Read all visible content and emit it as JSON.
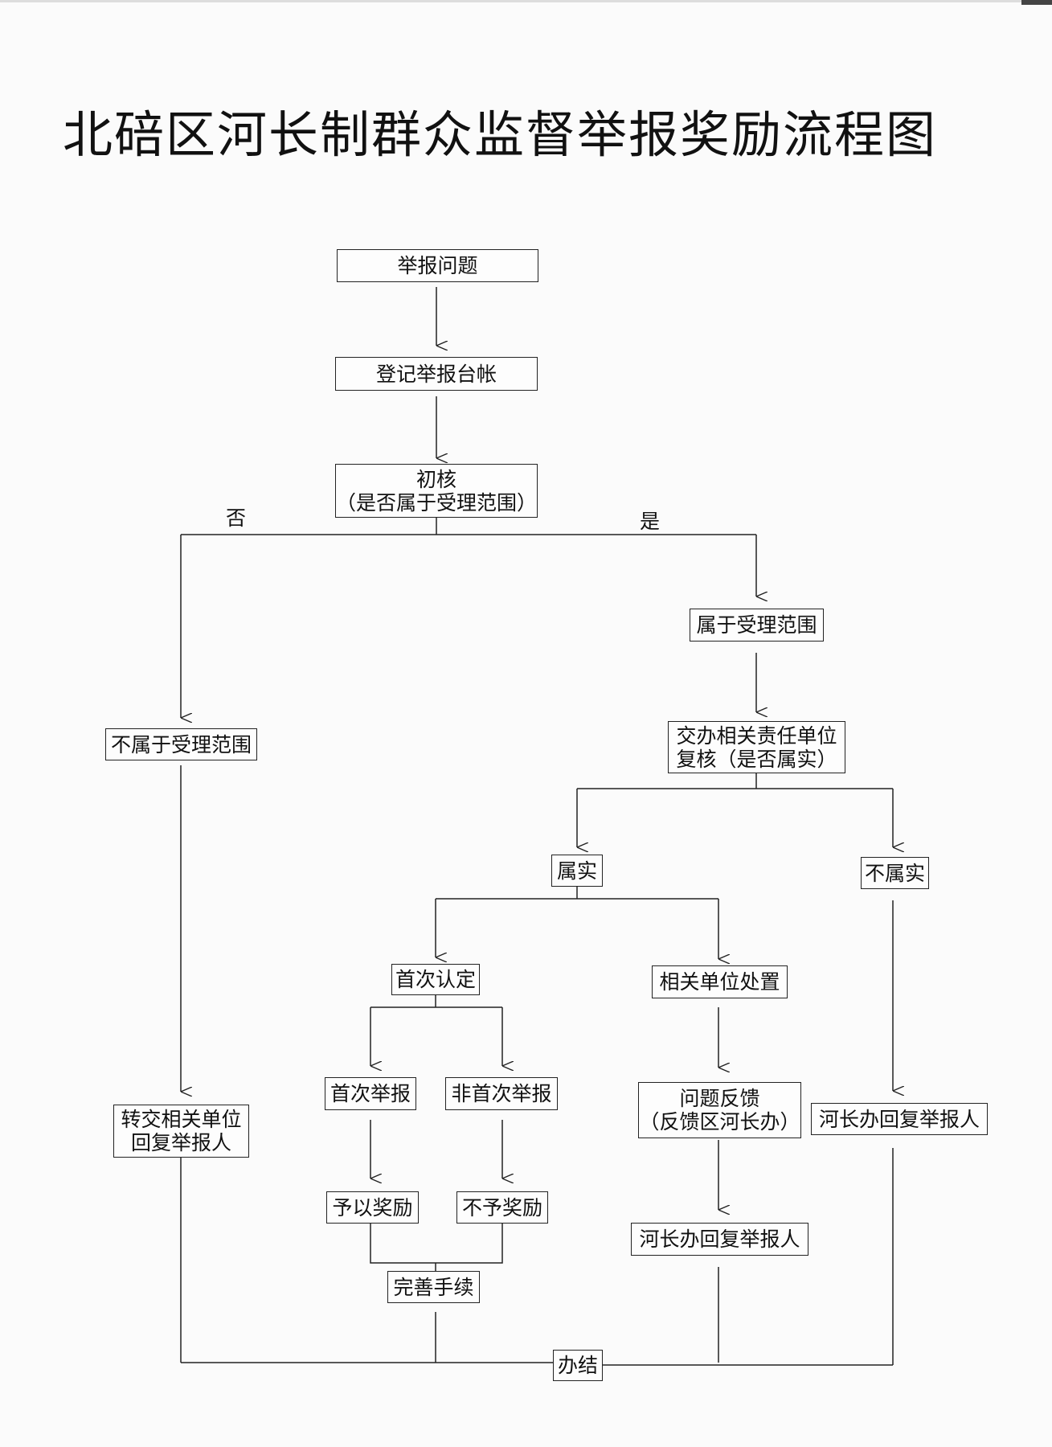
{
  "title": "北碚区河长制群众监督举报奖励流程图",
  "nodes": {
    "report_issue": [
      "举报问题"
    ],
    "register_ledger": [
      "登记举报台帐"
    ],
    "initial_review": [
      "初核",
      "（是否属于受理范围）"
    ],
    "within_scope": [
      "属于受理范围"
    ],
    "outside_scope": [
      "不属于受理范围"
    ],
    "assign_units": [
      "交办相关责任单位",
      "复核（是否属实）"
    ],
    "verified_true": [
      "属实"
    ],
    "verified_false": [
      "不属实"
    ],
    "first_determination": [
      "首次认定"
    ],
    "unit_handling": [
      "相关单位处置"
    ],
    "first_report": [
      "首次举报"
    ],
    "non_first_report": [
      "非首次举报"
    ],
    "feedback": [
      "问题反馈",
      "（反馈区河长办）"
    ],
    "office_reply_right": [
      "河长办回复举报人"
    ],
    "transfer_reply": [
      "转交相关单位",
      "回复举报人"
    ],
    "grant_reward": [
      "予以奖励"
    ],
    "no_reward": [
      "不予奖励"
    ],
    "office_reply_mid": [
      "河长办回复举报人"
    ],
    "complete_procedures": [
      "完善手续"
    ],
    "close_case": [
      "办结"
    ]
  },
  "edge_labels": {
    "no": "否",
    "yes": "是"
  }
}
